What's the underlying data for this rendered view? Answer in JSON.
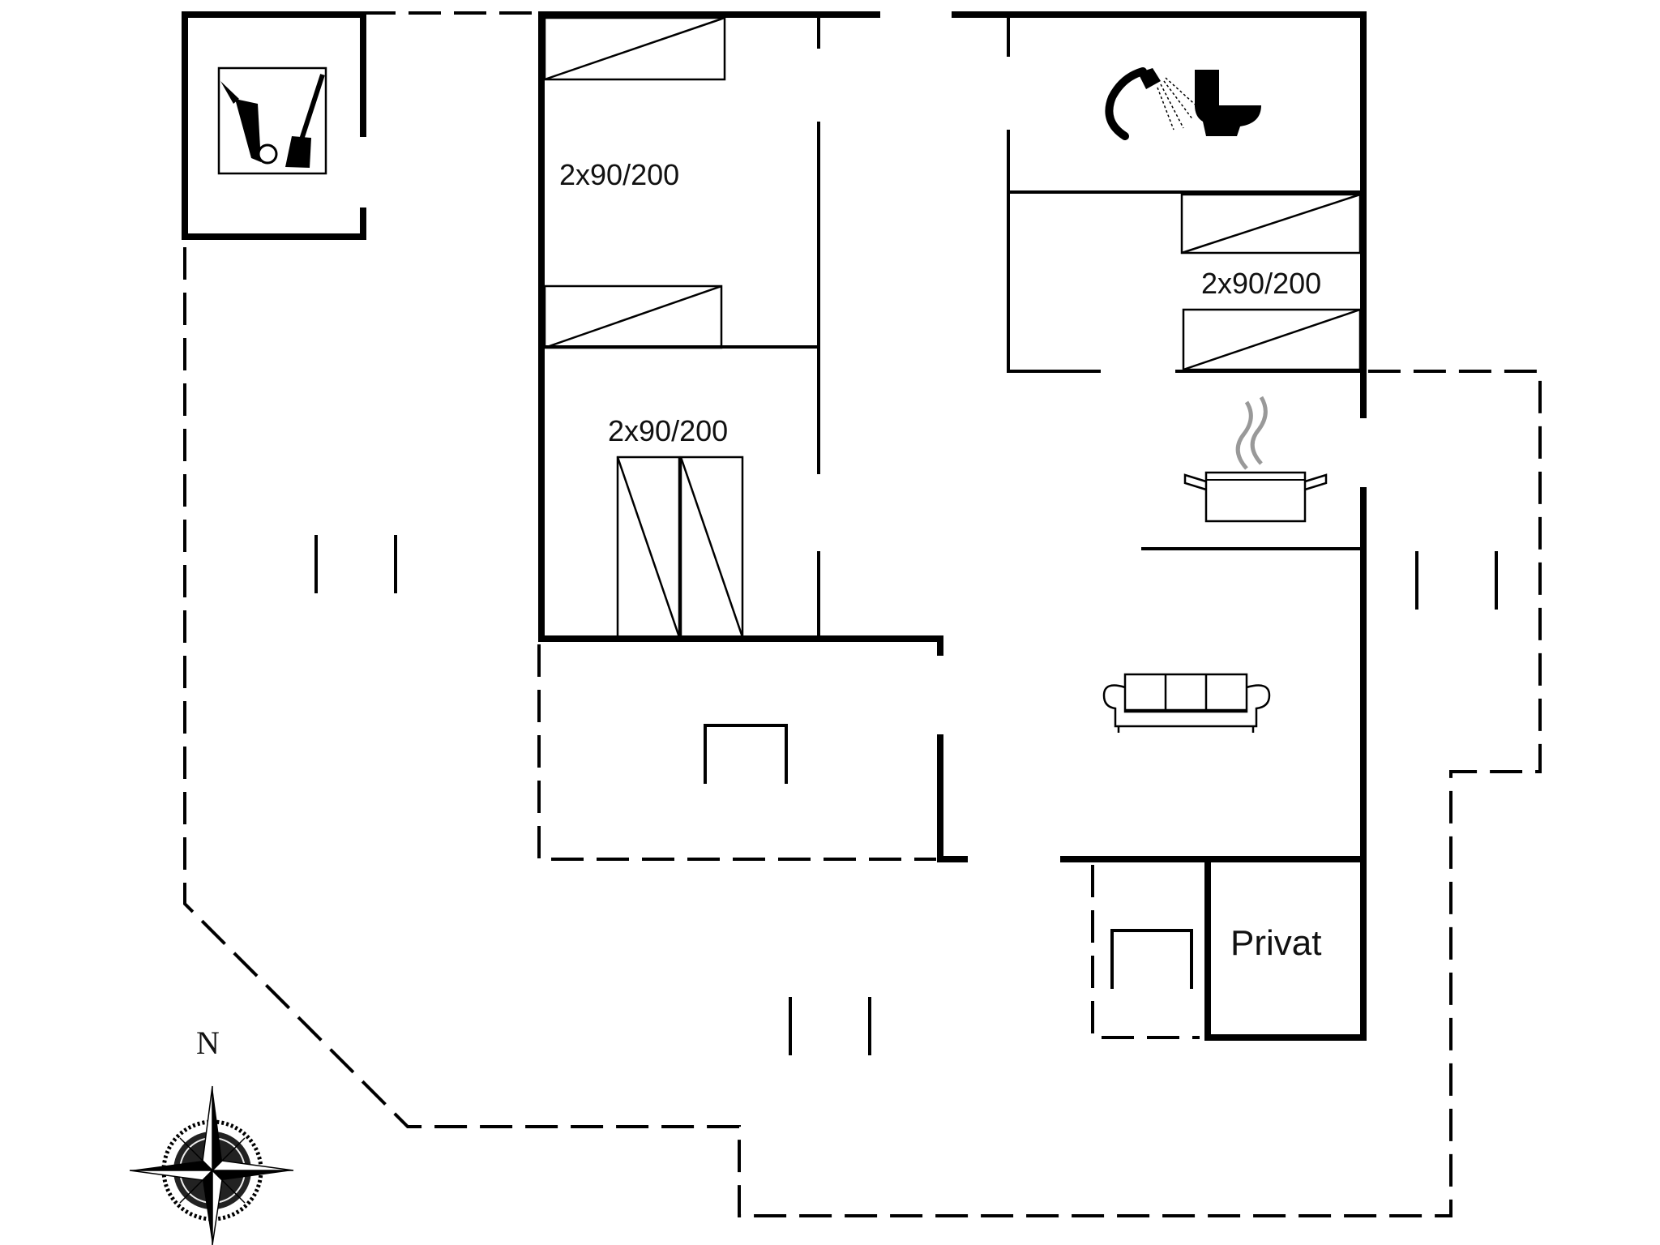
{
  "plan": {
    "bed_labels": [
      "2x90/200",
      "2x90/200",
      "2x90/200"
    ],
    "private_label": "Privat",
    "north_label": "N",
    "icons": [
      "garden-tools-icon",
      "shower-icon",
      "toilet-icon",
      "cooking-pot-icon",
      "sofa-icon",
      "compass-rose-icon"
    ]
  }
}
